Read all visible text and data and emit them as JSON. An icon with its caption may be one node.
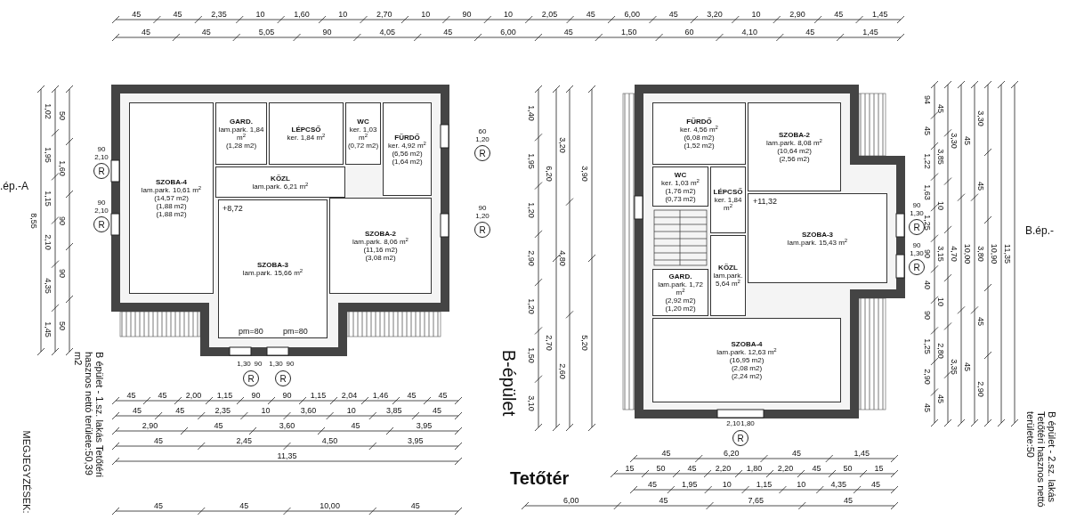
{
  "diagram": {
    "nodes": [
      {
        "text": [
          "SZOBA-4",
          "lam.park. 10,61 m$^{2}$",
          "(14,57 m2)",
          "(1,88 m2)",
          "(1,88 m2)"
        ]
      },
      {
        "text": [
          "GARD.",
          "lam.park. 1,84 m$^{2}$",
          "(1,28 m2)"
        ]
      },
      {
        "text": [
          "LÉPCSŐ",
          "ker. 1,84 m$^{2}$"
        ]
      },
      {
        "text": [
          "WC",
          "ker. 1,03 m$^{2}$",
          "(0,72 m2)"
        ]
      },
      {
        "text": [
          "FÜRDŐ",
          "ker. 4,92 m$^{2}$",
          "(6,56 m2)",
          "(1,64 m2)"
        ]
      },
      {
        "text": [
          "KÖZL",
          "lam.park. 6,21 m$^{2}$"
        ]
      },
      {
        "text": [
          "SZOBA-3",
          "lam.park. 15,66 m$^{2}$"
        ]
      },
      {
        "text": [
          "SZOBA-2",
          "lam.park. 8,06 m$^{2}$",
          "(11,16 m2)",
          "(3,08 m2)"
        ]
      },
      {
        "text": [
          "FÜRDŐ",
          "ker. 4,56 m$^{2}$",
          "(6,08 m2)",
          "(1,52 m2)"
        ]
      },
      {
        "text": [
          "SZOBA-2",
          "lam.park. 8,08 m$^{2}$",
          "(10,64 m2)",
          "(2,56 m2)"
        ]
      },
      {
        "text": [
          "WC",
          "ker. 1,03 m$^{2}$",
          "(1,76 m2)",
          "(0,73 m2)"
        ]
      },
      {
        "text": [
          "LÉPCSŐ",
          "ker. 1,84 m$^{2}$"
        ]
      },
      {
        "text": [
          "KÖZL",
          "lam.park. 5,64 m$^{2}$"
        ]
      },
      {
        "text": [
          "GARD.",
          "lam.park. 1,72 m$^{2}$",
          "(2,92 m2)",
          "(1,20 m2)"
        ]
      },
      {
        "text": [
          "SZOBA-3",
          "lam.park. 15,43 m$^{2}$"
        ]
      },
      {
        "text": [
          "SZOBA-4",
          "lam.park. 12,63 m$^{2}$",
          "(16,95 m2)",
          "(2,08 m2)",
          "(2,24 m2)"
        ]
      },
      {
        "text": [
          "R"
        ],
        "beside": [
          "90",
          "2,10"
        ]
      },
      {
        "text": [
          "R"
        ],
        "beside": [
          "90",
          "2,10"
        ]
      },
      {
        "text": [
          "R"
        ],
        "beside": [
          "1,30",
          "90"
        ]
      },
      {
        "text": [
          "R"
        ],
        "beside": [
          "1,30",
          "90"
        ]
      },
      {
        "text": [
          "R"
        ],
        "beside": [
          "60",
          "1,20"
        ]
      },
      {
        "text": [
          "R"
        ],
        "beside": [
          "90",
          "1,20"
        ]
      },
      {
        "text": [
          "R"
        ],
        "beside": [
          "90",
          "1,30"
        ]
      },
      {
        "text": [
          "R"
        ],
        "beside": [
          "90",
          "1,30"
        ]
      },
      {
        "text": [
          "R"
        ],
        "beside": [
          "2,10",
          "1,80"
        ]
      }
    ],
    "labels": [
      "45",
      "45",
      "2,35",
      "10",
      "1,60",
      "10",
      "2,70",
      "10",
      "90",
      "10",
      "2,05",
      "45",
      "6,00",
      "45",
      "3,20",
      "10",
      "2,90",
      "45",
      "1,45",
      "45",
      "45",
      "5,05",
      "90",
      "4,05",
      "45",
      "6,00",
      "45",
      "1,50",
      "60",
      "4,10",
      "45",
      "1,45",
      "45",
      "45",
      "2,00",
      "1,15",
      "90",
      "90",
      "1,15",
      "2,04",
      "1,46",
      "45",
      "45",
      "45",
      "45",
      "2,35",
      "10",
      "3,60",
      "10",
      "3,85",
      "45",
      "2,90",
      "45",
      "3,60",
      "45",
      "3,95",
      "45",
      "2,45",
      "4,50",
      "3,95",
      "11,35",
      "45",
      "45",
      "10,00",
      "45",
      "45",
      "6,20",
      "45",
      "1,45",
      "15",
      "50",
      "45",
      "2,20",
      "1,80",
      "2,20",
      "45",
      "50",
      "15",
      "45",
      "1,95",
      "10",
      "1,15",
      "10",
      "4,35",
      "45",
      "6,00",
      "45",
      "7,65",
      "45",
      "94",
      "45",
      "1,22",
      "1,63",
      "1,25",
      "90",
      "40",
      "90",
      "1,25",
      "2,90",
      "45",
      "45",
      "3,85",
      "10",
      "3,15",
      "10",
      "2,80",
      "45",
      "3,30",
      "4,70",
      "3,35",
      "45",
      "10,00",
      "45",
      "3,30",
      "45",
      "3,80",
      "45",
      "2,90",
      "10,90",
      "11,35",
      "1,02",
      "1,95",
      "1,15",
      "2,10",
      "4,35",
      "1,45",
      "8,55",
      "50",
      "1,60",
      "90",
      "90",
      "50",
      "1,40",
      "1,95",
      "1,20",
      "2,90",
      "1,20",
      "1,50",
      "3,10",
      "3,20",
      "4,80",
      "2,60",
      "3,90",
      "5,20",
      "6,20",
      "2,70",
      ".ép.-A",
      "B.ép.-",
      "B-épület",
      "Tetőtér",
      "B épület - 1.sz. lakás Tetőtéri hasznos nettó területe:50,39 m2",
      "MEGJEGYZÉSEK:",
      "B épület - 2.sz. lakás Tetőtéri hasznos nettó területe:50",
      "+8,72",
      "+11,32",
      "pm=80",
      "pm=80"
    ]
  }
}
